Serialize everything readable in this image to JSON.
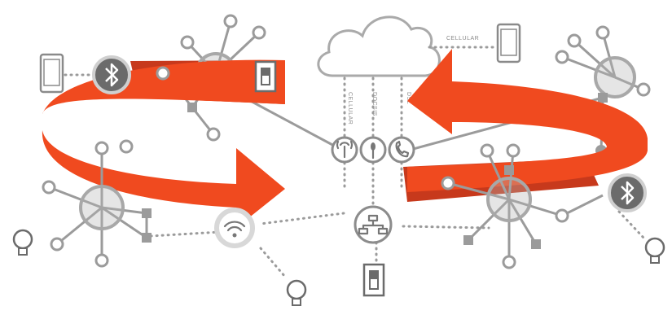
{
  "labels": {
    "cellular_top": "CELLULAR",
    "cellular_vertical": "CELLULAR",
    "docsis": "DOCSIS",
    "dsl": "DSL"
  },
  "colors": {
    "arrow_main": "#f04a1f",
    "arrow_dark": "#b8321a",
    "line": "#9b9b9b"
  },
  "icons": [
    "cloud-icon",
    "smartphone-icon",
    "bluetooth-icon",
    "light-switch-icon",
    "wifi-icon",
    "router-network-icon",
    "cellular-antenna-icon",
    "cable-modem-icon",
    "phone-handset-icon",
    "lightbulb-icon",
    "mesh-hub-icon"
  ]
}
